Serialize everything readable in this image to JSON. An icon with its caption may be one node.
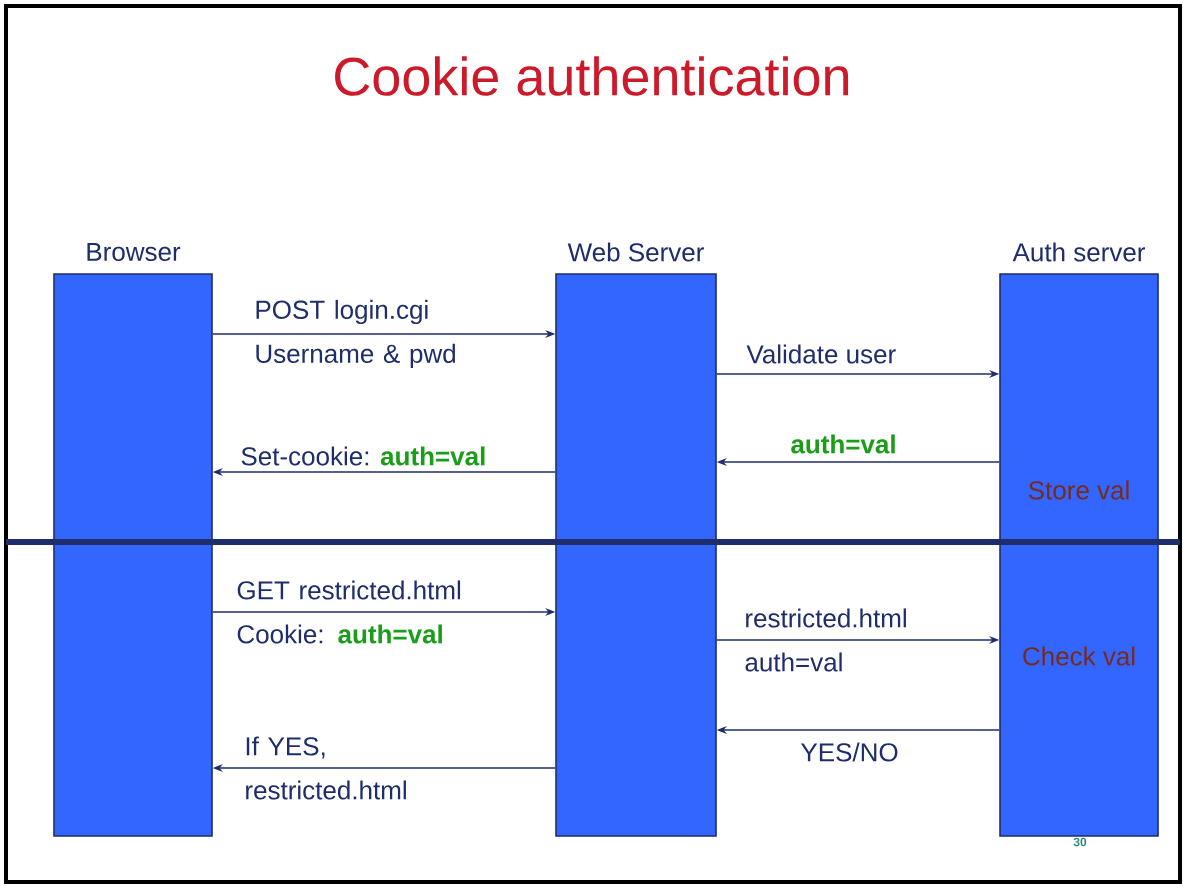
{
  "diagram": {
    "title": "Cookie authentication",
    "nodes": [
      {
        "text": [
          "Browser"
        ]
      },
      {
        "text": [
          "Web Server"
        ]
      },
      {
        "text": [
          "Auth server",
          "Store val",
          "Check val"
        ]
      }
    ],
    "edges": [
      {
        "from": 0,
        "to": 1,
        "arrow": "to",
        "label": "POST login.cgi Username & pwd"
      },
      {
        "from": 1,
        "to": 2,
        "arrow": "to",
        "label": "Validate user"
      },
      {
        "from": 2,
        "to": 1,
        "arrow": "to",
        "label": "auth=val"
      },
      {
        "from": 1,
        "to": 0,
        "arrow": "to",
        "label": "Set-cookie: **auth=val**"
      },
      {
        "from": 0,
        "to": 1,
        "arrow": "to",
        "label": "GET restricted.html Cookie: **auth=val**"
      },
      {
        "from": 1,
        "to": 2,
        "arrow": "to",
        "label": "restricted.html auth=val"
      },
      {
        "from": 2,
        "to": 1,
        "arrow": "to",
        "label": "YES/NO"
      },
      {
        "from": 1,
        "to": 0,
        "arrow": "to",
        "label": "If YES, restricted.html"
      }
    ],
    "labels": [
      "30"
    ]
  }
}
